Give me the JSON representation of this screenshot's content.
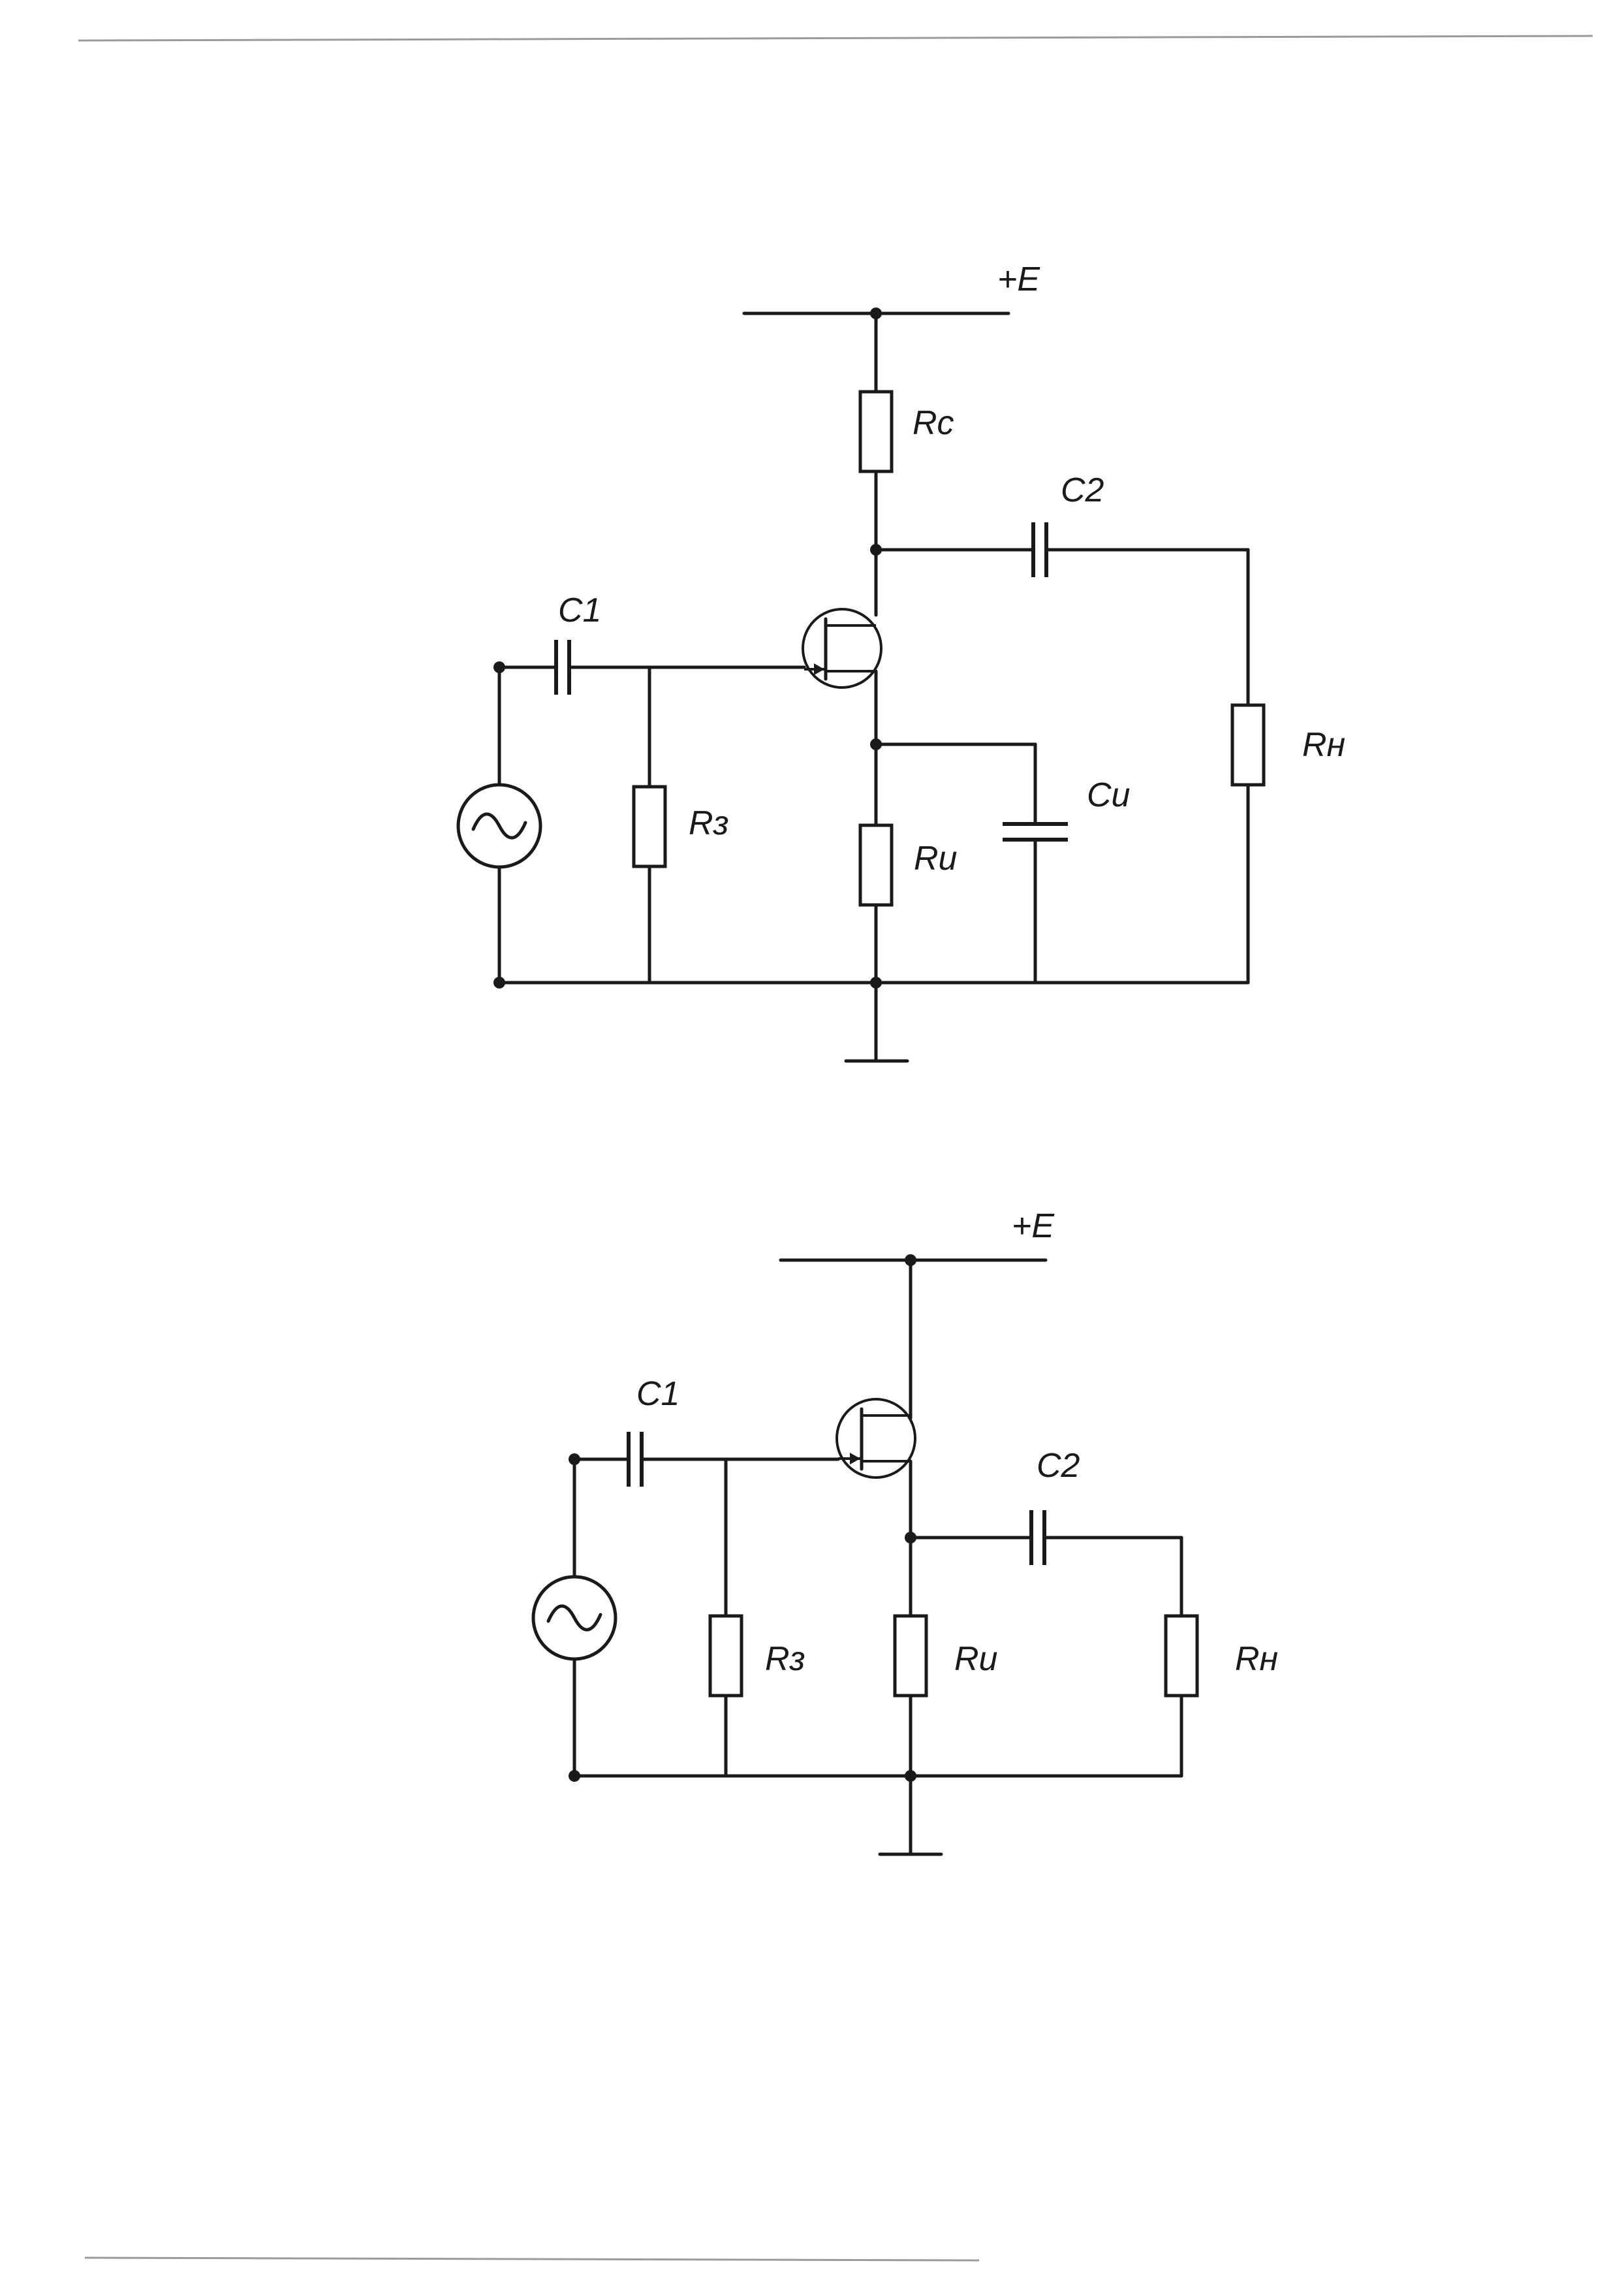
{
  "colors": {
    "ink": "#1a1a1a",
    "paper": "#ffffff",
    "scan_edge": "#9a9a9a"
  },
  "circuit1": {
    "supply": "+E",
    "rc": "Rc",
    "c1": "C1",
    "c2": "C2",
    "rz": "Rз",
    "ru": "Ru",
    "cu": "Cu",
    "rn": "Rн"
  },
  "circuit2": {
    "supply": "+E",
    "c1": "C1",
    "c2": "C2",
    "rz": "Rз",
    "ru": "Ru",
    "rn": "Rн"
  }
}
